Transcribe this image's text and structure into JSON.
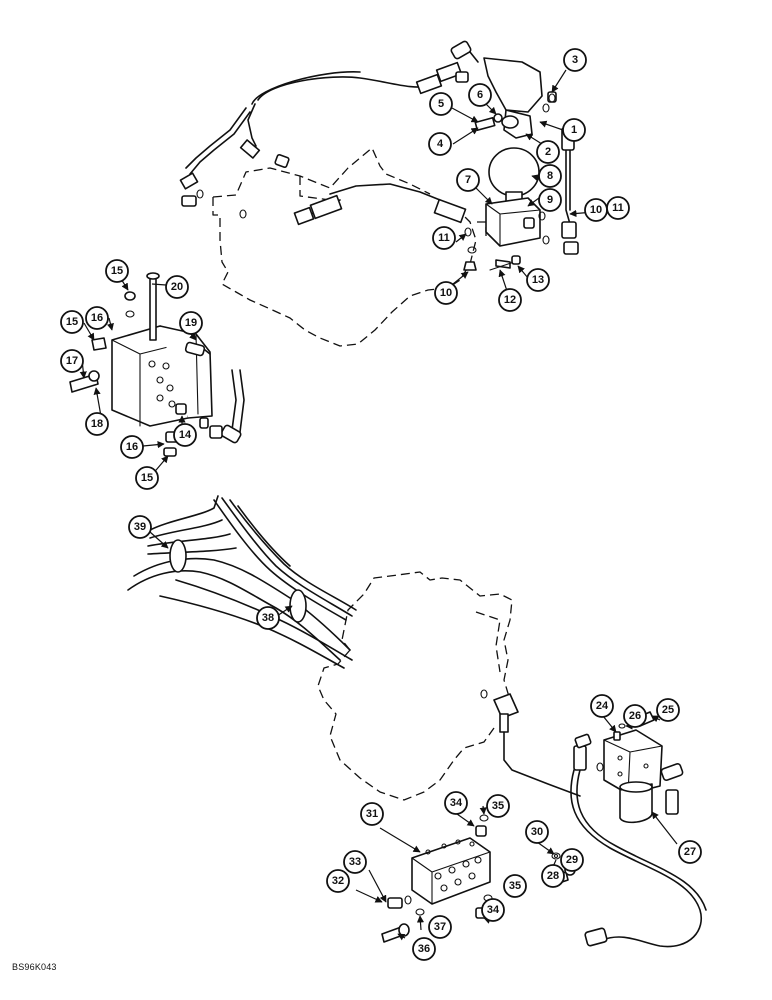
{
  "figure_id": "BS96K043",
  "callouts": {
    "c1": "1",
    "c2": "2",
    "c3": "3",
    "c4": "4",
    "c5": "5",
    "c6": "6",
    "c7": "7",
    "c8": "8",
    "c9": "9",
    "c10a": "10",
    "c10b": "10",
    "c11a": "11",
    "c11b": "11",
    "c12": "12",
    "c13": "13",
    "c14": "14",
    "c15a": "15",
    "c15b": "15",
    "c15c": "15",
    "c16a": "16",
    "c16b": "16",
    "c17": "17",
    "c18": "18",
    "c19": "19",
    "c20": "20",
    "c24": "24",
    "c25": "25",
    "c26": "26",
    "c27": "27",
    "c28": "28",
    "c29": "29",
    "c30": "30",
    "c31": "31",
    "c32": "32",
    "c33": "33",
    "c34a": "34",
    "c34b": "34",
    "c35a": "35",
    "c35b": "35",
    "c36": "36",
    "c37": "37",
    "c38": "38",
    "c39": "39"
  }
}
